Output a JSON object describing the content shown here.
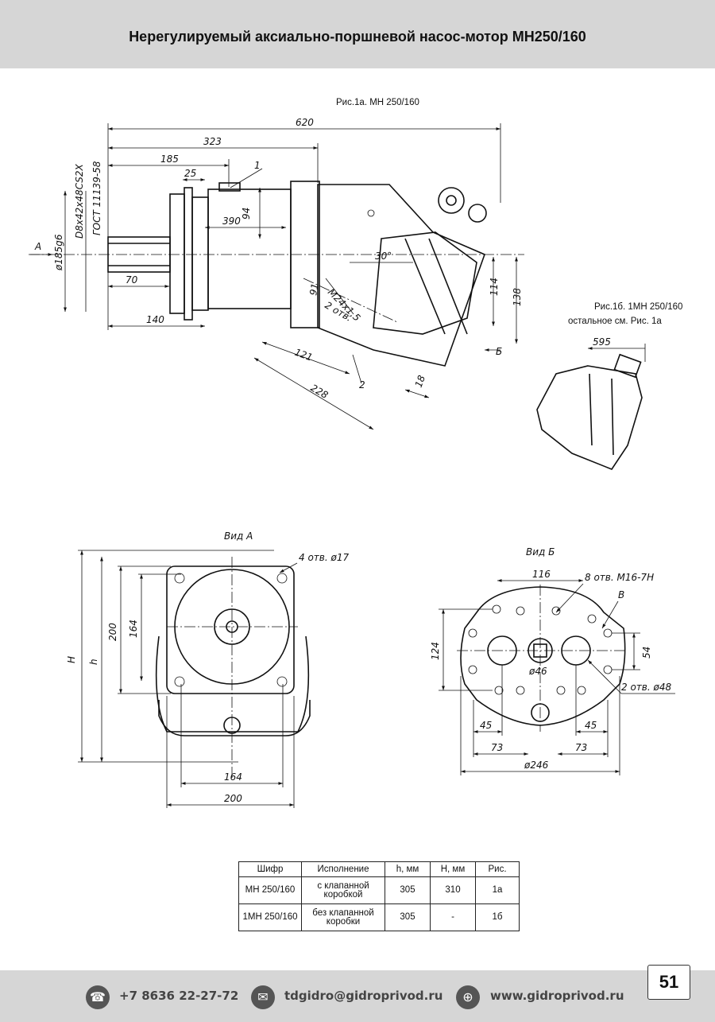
{
  "header": {
    "title": "Нерегулируемый аксиально-поршневой насос-мотор МН250/160"
  },
  "captions": {
    "fig1a": "Рис.1а. МН 250/160",
    "fig1b_line1": "Рис.1б. 1МН 250/160",
    "fig1b_line2": "остальное см. Рис. 1а"
  },
  "drawing_labels": {
    "d620": "620",
    "d323": "323",
    "d185": "185",
    "d25": "25",
    "callout1": "1",
    "d390": "390",
    "d94": "94",
    "d70": "70",
    "d140": "140",
    "d121": "121",
    "d228": "228",
    "d18": "18",
    "d114": "114",
    "d138": "138",
    "d91": "91",
    "callout2": "2",
    "m24": "М24х1,5",
    "two_holes": "2 отв.",
    "angle30": "30°",
    "spline": "D8x42x48CS2X",
    "gost": "ГОСТ 11139-58",
    "diam185": "ø185g6",
    "arrowA": "A",
    "arrowB": "Б",
    "d595": "595",
    "vidA": "Вид А",
    "holes4": "4 отв. ø17",
    "dimH": "H",
    "dimh": "h",
    "d200v": "200",
    "d164v": "164",
    "d164h": "164",
    "d200h": "200",
    "vidB": "Вид Б",
    "d116": "116",
    "holes8": "8 отв. М16-7Н",
    "labelV": "В",
    "d124": "124",
    "d54": "54",
    "d46": "ø46",
    "holes2": "2 отв. ø48",
    "d45a": "45",
    "d45b": "45",
    "d73a": "73",
    "d73b": "73",
    "d246": "ø246"
  },
  "table": {
    "headers": [
      "Шифр",
      "Исполнение",
      "h, мм",
      "H, мм",
      "Рис."
    ],
    "rows": [
      {
        "code": "МН 250/160",
        "variant_l1": "с клапанной",
        "variant_l2": "коробкой",
        "h": "305",
        "H": "310",
        "fig": "1а"
      },
      {
        "code": "1МН 250/160",
        "variant_l1": "без клапанной",
        "variant_l2": "коробки",
        "h": "305",
        "H": "-",
        "fig": "1б"
      }
    ]
  },
  "footer": {
    "phone": "+7 8636 22-27-72",
    "email": "tdgidro@gidroprivod.ru",
    "site": "www.gidroprivod.ru",
    "page_number": "51"
  }
}
